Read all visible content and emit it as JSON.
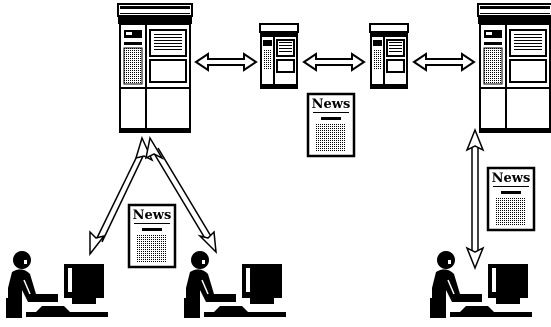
{
  "diagram": {
    "servers": [
      {
        "id": "server-large-left",
        "size": "large"
      },
      {
        "id": "server-small-left",
        "size": "small"
      },
      {
        "id": "server-small-right",
        "size": "small"
      },
      {
        "id": "server-large-right",
        "size": "large"
      }
    ],
    "documents": [
      {
        "id": "doc-top",
        "title": "News"
      },
      {
        "id": "doc-left",
        "title": "News"
      },
      {
        "id": "doc-right",
        "title": "News"
      }
    ],
    "users": [
      {
        "id": "user-left"
      },
      {
        "id": "user-middle"
      },
      {
        "id": "user-right"
      }
    ],
    "links": [
      {
        "from": "server-large-left",
        "to": "server-small-left",
        "style": "double-arrow"
      },
      {
        "from": "server-small-left",
        "to": "server-small-right",
        "style": "double-arrow"
      },
      {
        "from": "server-small-right",
        "to": "server-large-right",
        "style": "double-arrow"
      },
      {
        "from": "server-large-left",
        "to": "user-left",
        "style": "double-arrow"
      },
      {
        "from": "server-large-left",
        "to": "user-middle",
        "style": "double-arrow"
      },
      {
        "from": "server-large-right",
        "to": "user-right",
        "style": "double-arrow"
      }
    ],
    "colors": {
      "ink": "#000000",
      "paper": "#ffffff"
    }
  }
}
